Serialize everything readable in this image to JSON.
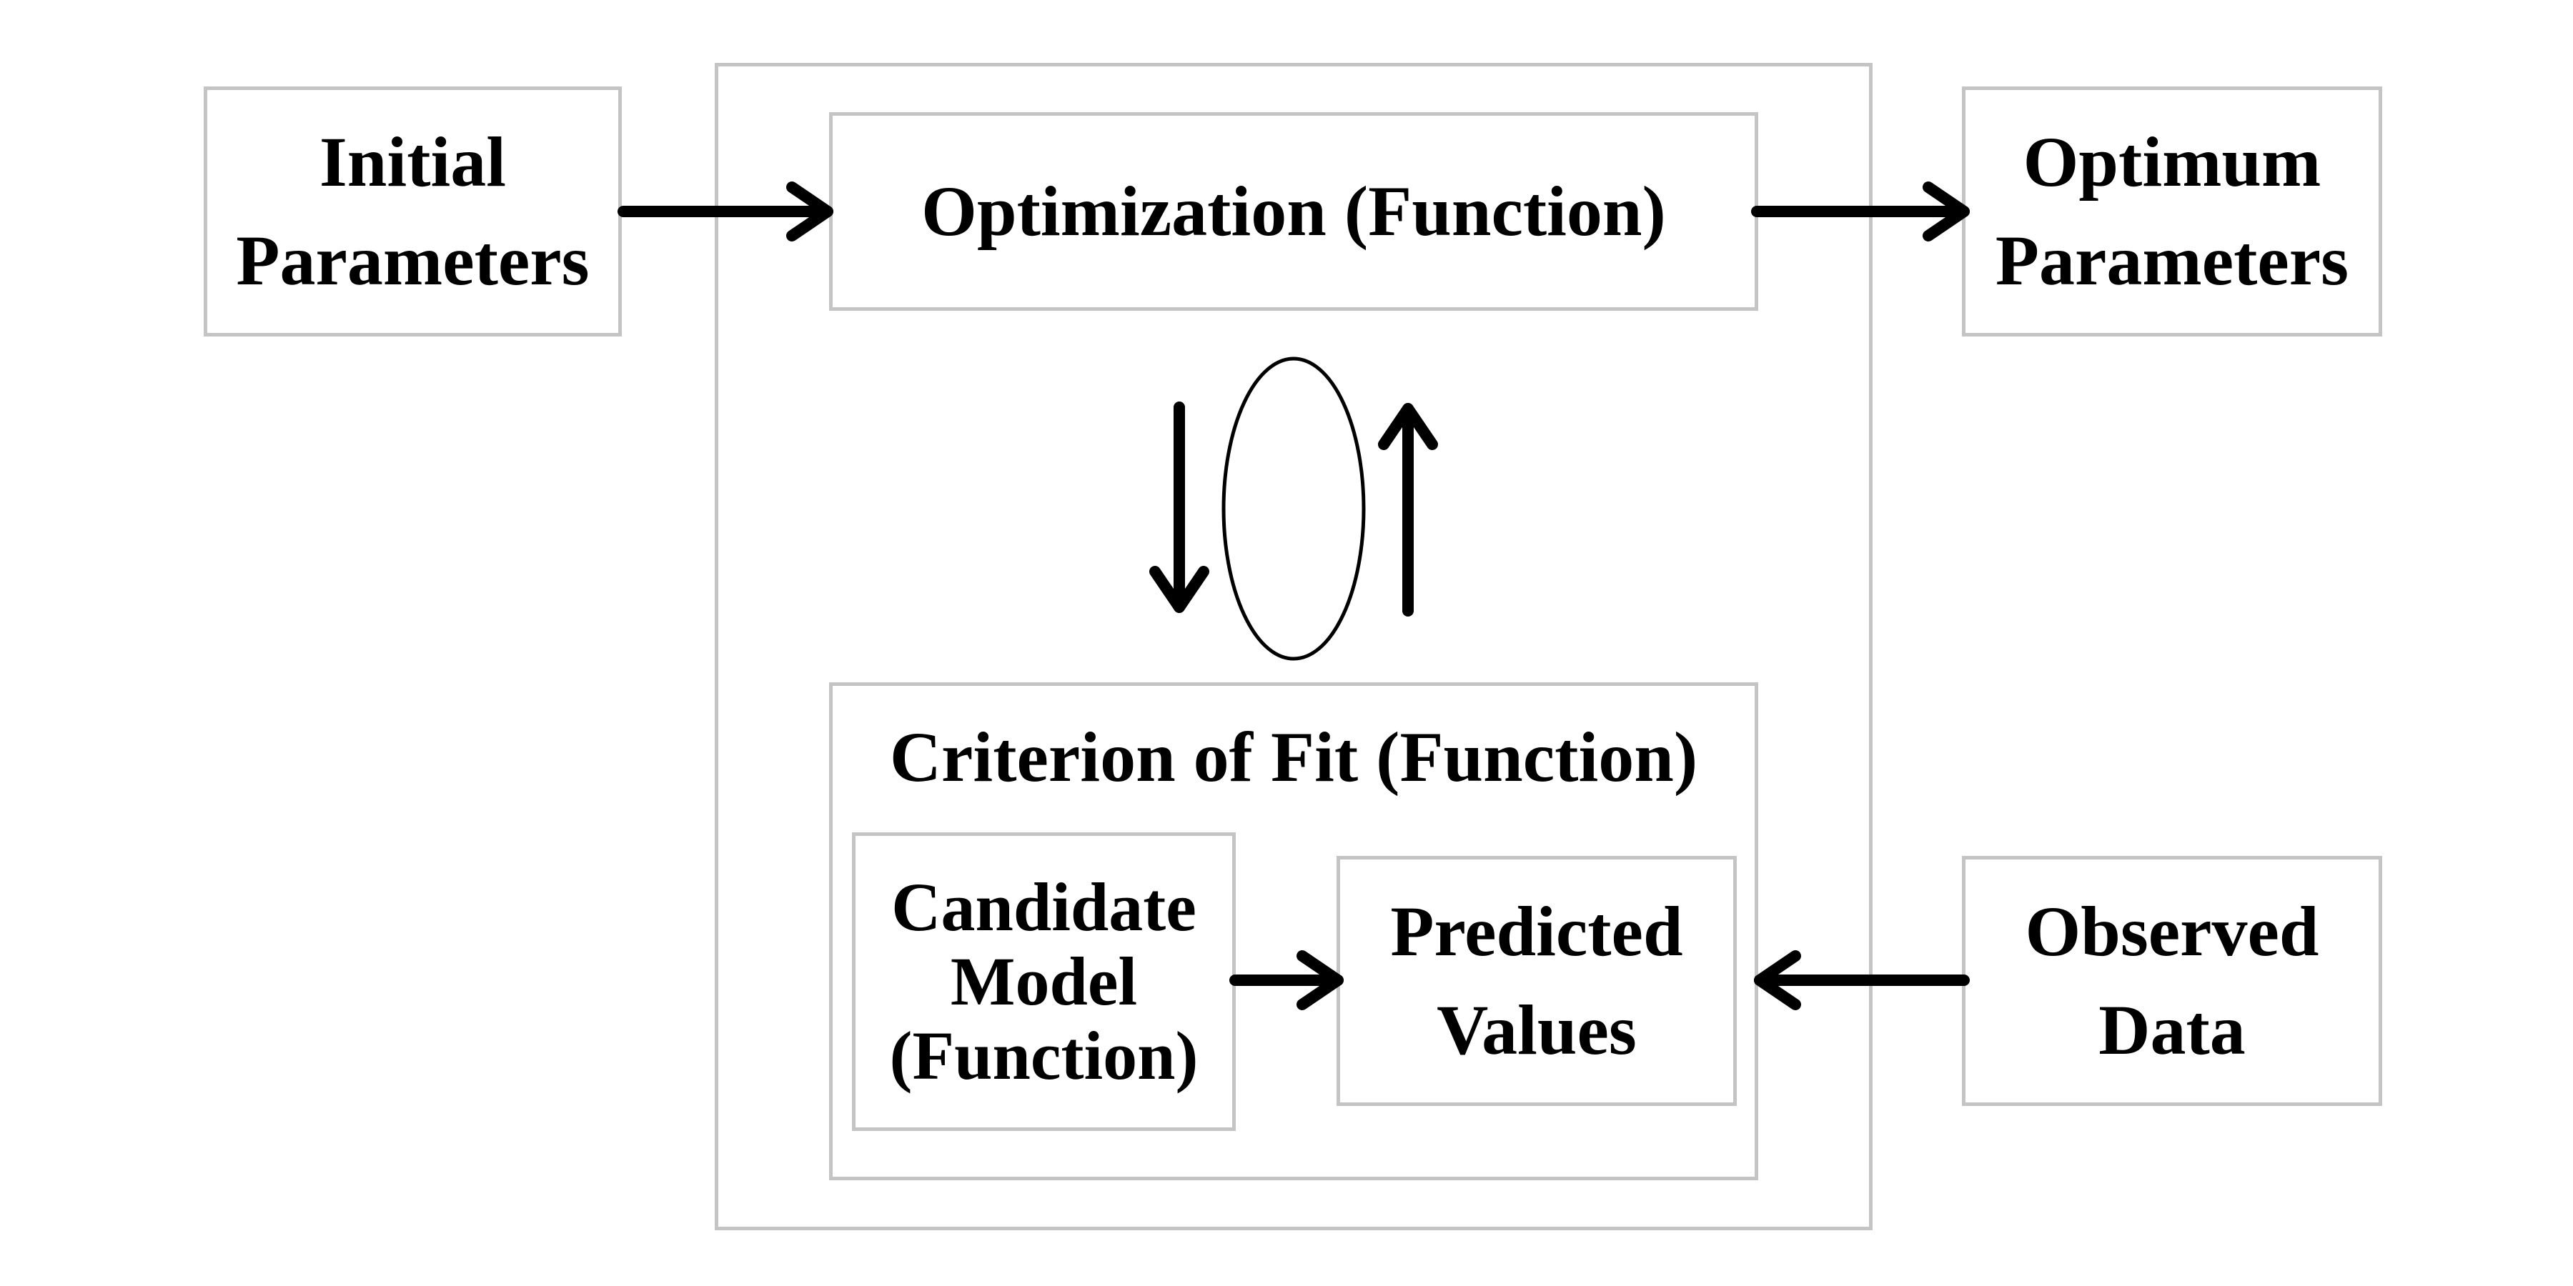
{
  "diagram": {
    "initial_parameters": "Initial\nParameters",
    "optimization": "Optimization (Function)",
    "optimum_parameters": "Optimum\nParameters",
    "criterion_of_fit": "Criterion of Fit (Function)",
    "candidate_model": "Candidate\nModel\n(Function)",
    "predicted_values": "Predicted\nValues",
    "observed_data": "Observed\nData"
  },
  "colors": {
    "box_border": "#c4c4c4",
    "text": "#000000",
    "arrow": "#000000",
    "background": "#ffffff"
  }
}
